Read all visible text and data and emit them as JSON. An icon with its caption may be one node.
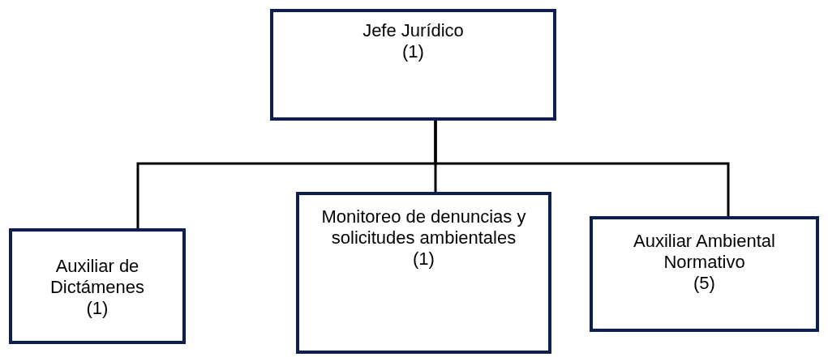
{
  "diagram": {
    "nodes": [
      {
        "text": [
          "Jefe Jurídico",
          "(1)"
        ]
      },
      {
        "text": [
          "Auxiliar de Dictámenes",
          "(1)"
        ]
      },
      {
        "text": [
          "Monitoreo de denuncias y solicitudes ambientales",
          "(1)"
        ]
      },
      {
        "text": [
          "Auxiliar Ambiental Normativo",
          "(5)"
        ]
      }
    ],
    "edges": [
      {
        "from": 0,
        "to": 1,
        "arrow": "none"
      },
      {
        "from": 0,
        "to": 2,
        "arrow": "none"
      },
      {
        "from": 0,
        "to": 3,
        "arrow": "none"
      }
    ]
  }
}
